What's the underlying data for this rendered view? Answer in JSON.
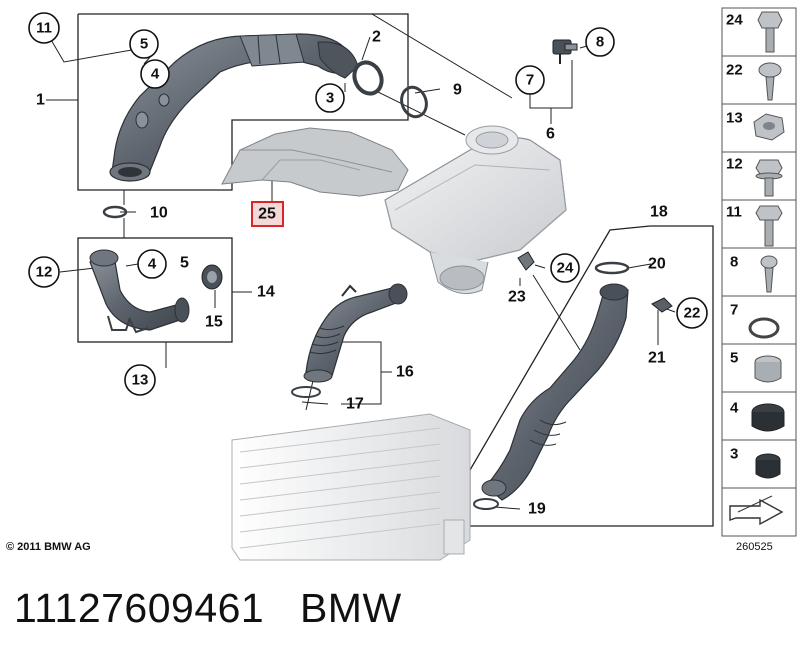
{
  "callouts": {
    "c11": "11",
    "c5a": "5",
    "c4a": "4",
    "c3": "3",
    "c2": "2",
    "c8": "8",
    "c7": "7",
    "c1": "1",
    "c9": "9",
    "c6": "6",
    "c10": "10",
    "c12": "12",
    "c4b": "4",
    "c5b": "5",
    "c14": "14",
    "c15": "15",
    "c13": "13",
    "c25": "25",
    "c18": "18",
    "c20": "20",
    "c24": "24",
    "c23": "23",
    "c22": "22",
    "c21": "21",
    "c16": "16",
    "c17": "17",
    "c19": "19"
  },
  "sidebar": {
    "items": [
      {
        "number": "24",
        "part": "hex-bolt"
      },
      {
        "number": "22",
        "part": "self-tapping-screw"
      },
      {
        "number": "13",
        "part": "hex-nut"
      },
      {
        "number": "12",
        "part": "hex-bolt-washer"
      },
      {
        "number": "11",
        "part": "hex-bolt-long"
      },
      {
        "number": "8",
        "part": "sheet-metal-screw"
      },
      {
        "number": "7",
        "part": "o-ring"
      },
      {
        "number": "5",
        "part": "bushing"
      },
      {
        "number": "4",
        "part": "rubber-mount"
      },
      {
        "number": "3",
        "part": "rubber-grommet"
      },
      {
        "number": "",
        "part": "arrow-symbol"
      }
    ]
  },
  "copyright": "© 2011 BMW AG",
  "image_code": "260525",
  "footer": {
    "part_number": "11127609461",
    "brand": "BMW"
  },
  "colors": {
    "highlight": "#d9262b",
    "hose": "#5f6670",
    "line": "#222222"
  }
}
